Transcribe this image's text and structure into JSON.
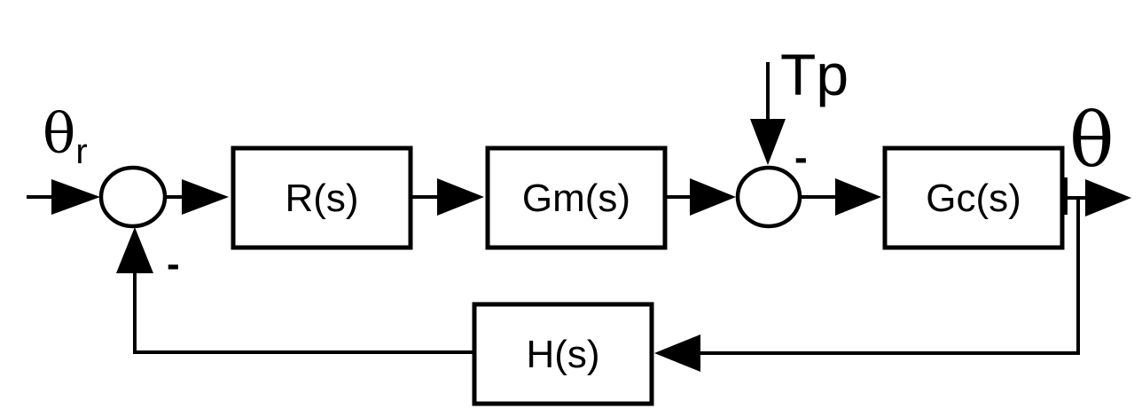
{
  "diagram": {
    "type": "control-block-diagram",
    "signals": {
      "input": "θ",
      "input_subscript": "r",
      "output": "θ",
      "disturbance": "Tp"
    },
    "blocks": {
      "controller": "R(s)",
      "motor": "Gm(s)",
      "plant": "Gc(s)",
      "feedback": "H(s)"
    },
    "signs": {
      "feedback_sign": "-",
      "disturbance_sign": "-"
    },
    "colors": {
      "stroke": "#000000",
      "background": "#ffffff"
    }
  }
}
